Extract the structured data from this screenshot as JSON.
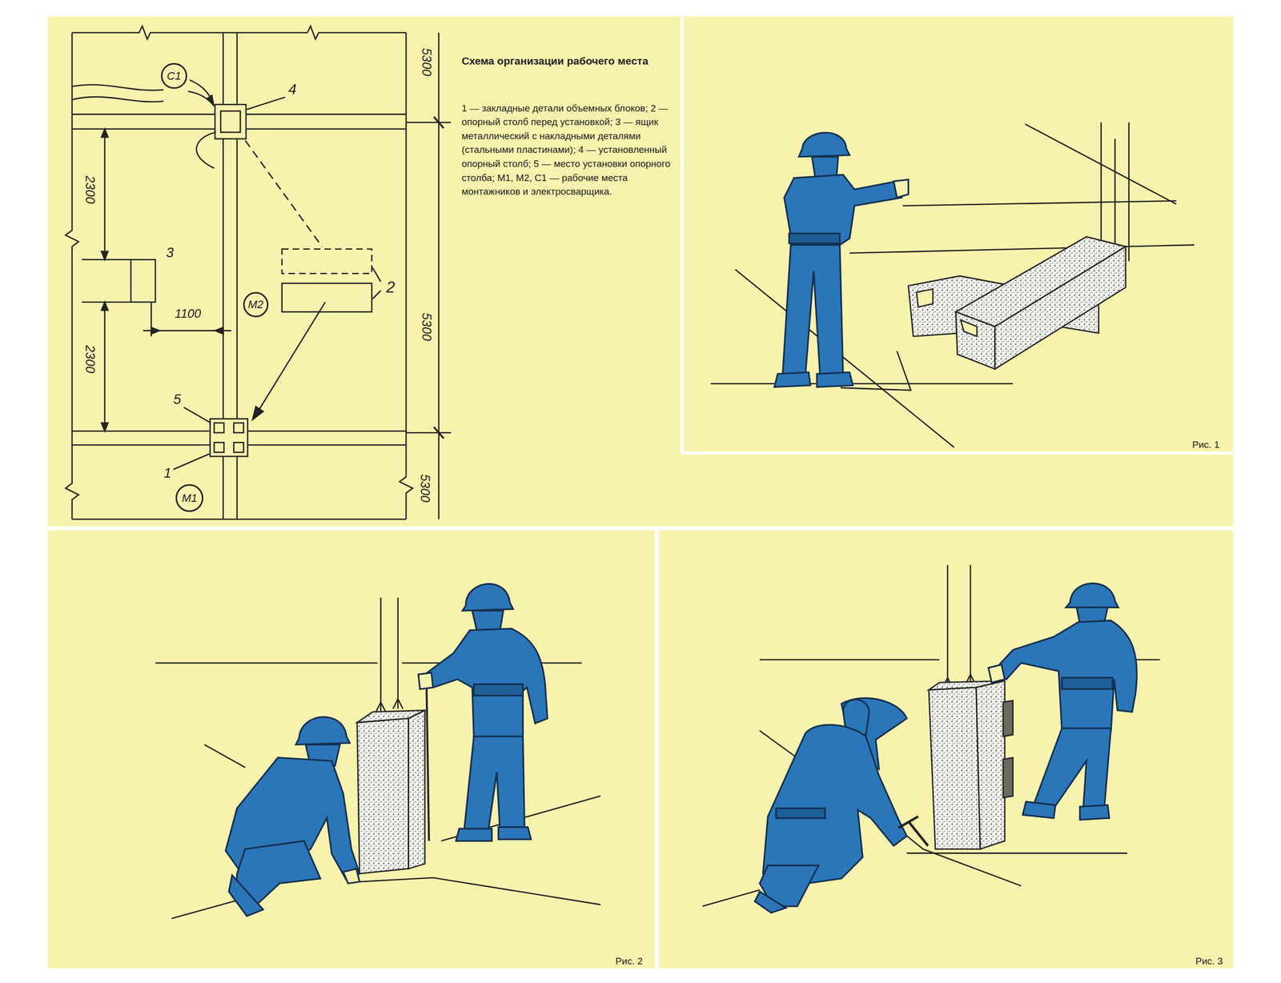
{
  "diagram": {
    "title": "Схема организации рабочего места",
    "nodes": [
      {
        "text": [
          "С1"
        ]
      },
      {
        "text": [
          "М2"
        ]
      },
      {
        "text": [
          "М1"
        ]
      }
    ],
    "labels": [
      "4",
      "5300",
      "2300",
      "3",
      "1100",
      "2",
      "5300",
      "2300",
      "5",
      "1",
      "5300",
      "1 — закладные детали объемных блоков; 2 — опорный столб перед установкой; 3 — ящик металлический с накладными деталями (стальными пластинами); 4 — установленный опорный столб; 5 — место установки опорного столба; М1, М2, С1 — рабочие места монтажников и электросварщика.",
      "Рис. 1",
      "Рис. 2",
      "Рис. 3"
    ]
  }
}
